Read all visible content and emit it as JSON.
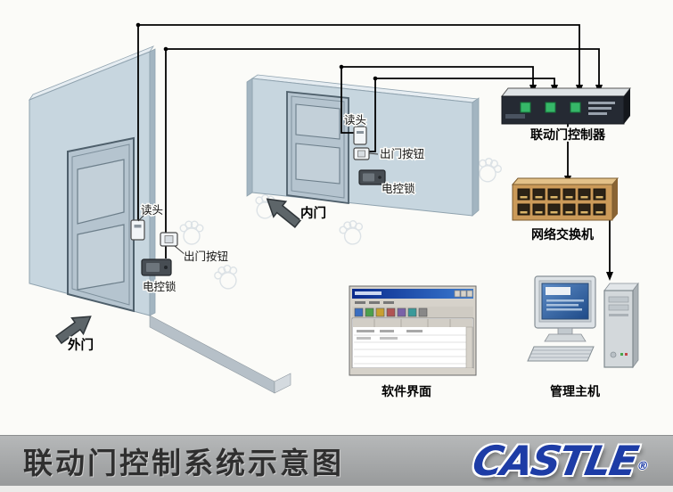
{
  "footer": {
    "title": "联动门控制系统示意图",
    "brand": "CASTLE",
    "registered": "®"
  },
  "labels": {
    "outer_door": "外门",
    "inner_door": "内门",
    "outer_reader": "读头",
    "outer_exit_button": "出门按钮",
    "outer_lock": "电控锁",
    "inner_reader": "读头",
    "inner_exit_button": "出门按钮",
    "inner_lock": "电控锁",
    "controller": "联动门控制器",
    "network_switch": "网络交换机",
    "software_ui": "软件界面",
    "management_host": "管理主机"
  },
  "colors": {
    "wall": "#c7d6df",
    "door": "#b5c4cf",
    "controller_body": "#252a33",
    "controller_button": "#36b768",
    "switch_body": "#cb9a59",
    "screen_blue": "#2f5fa0",
    "footer_bar": "#a7a9ab",
    "brand_blue": "#1d3ca6",
    "wire": "#000000"
  }
}
